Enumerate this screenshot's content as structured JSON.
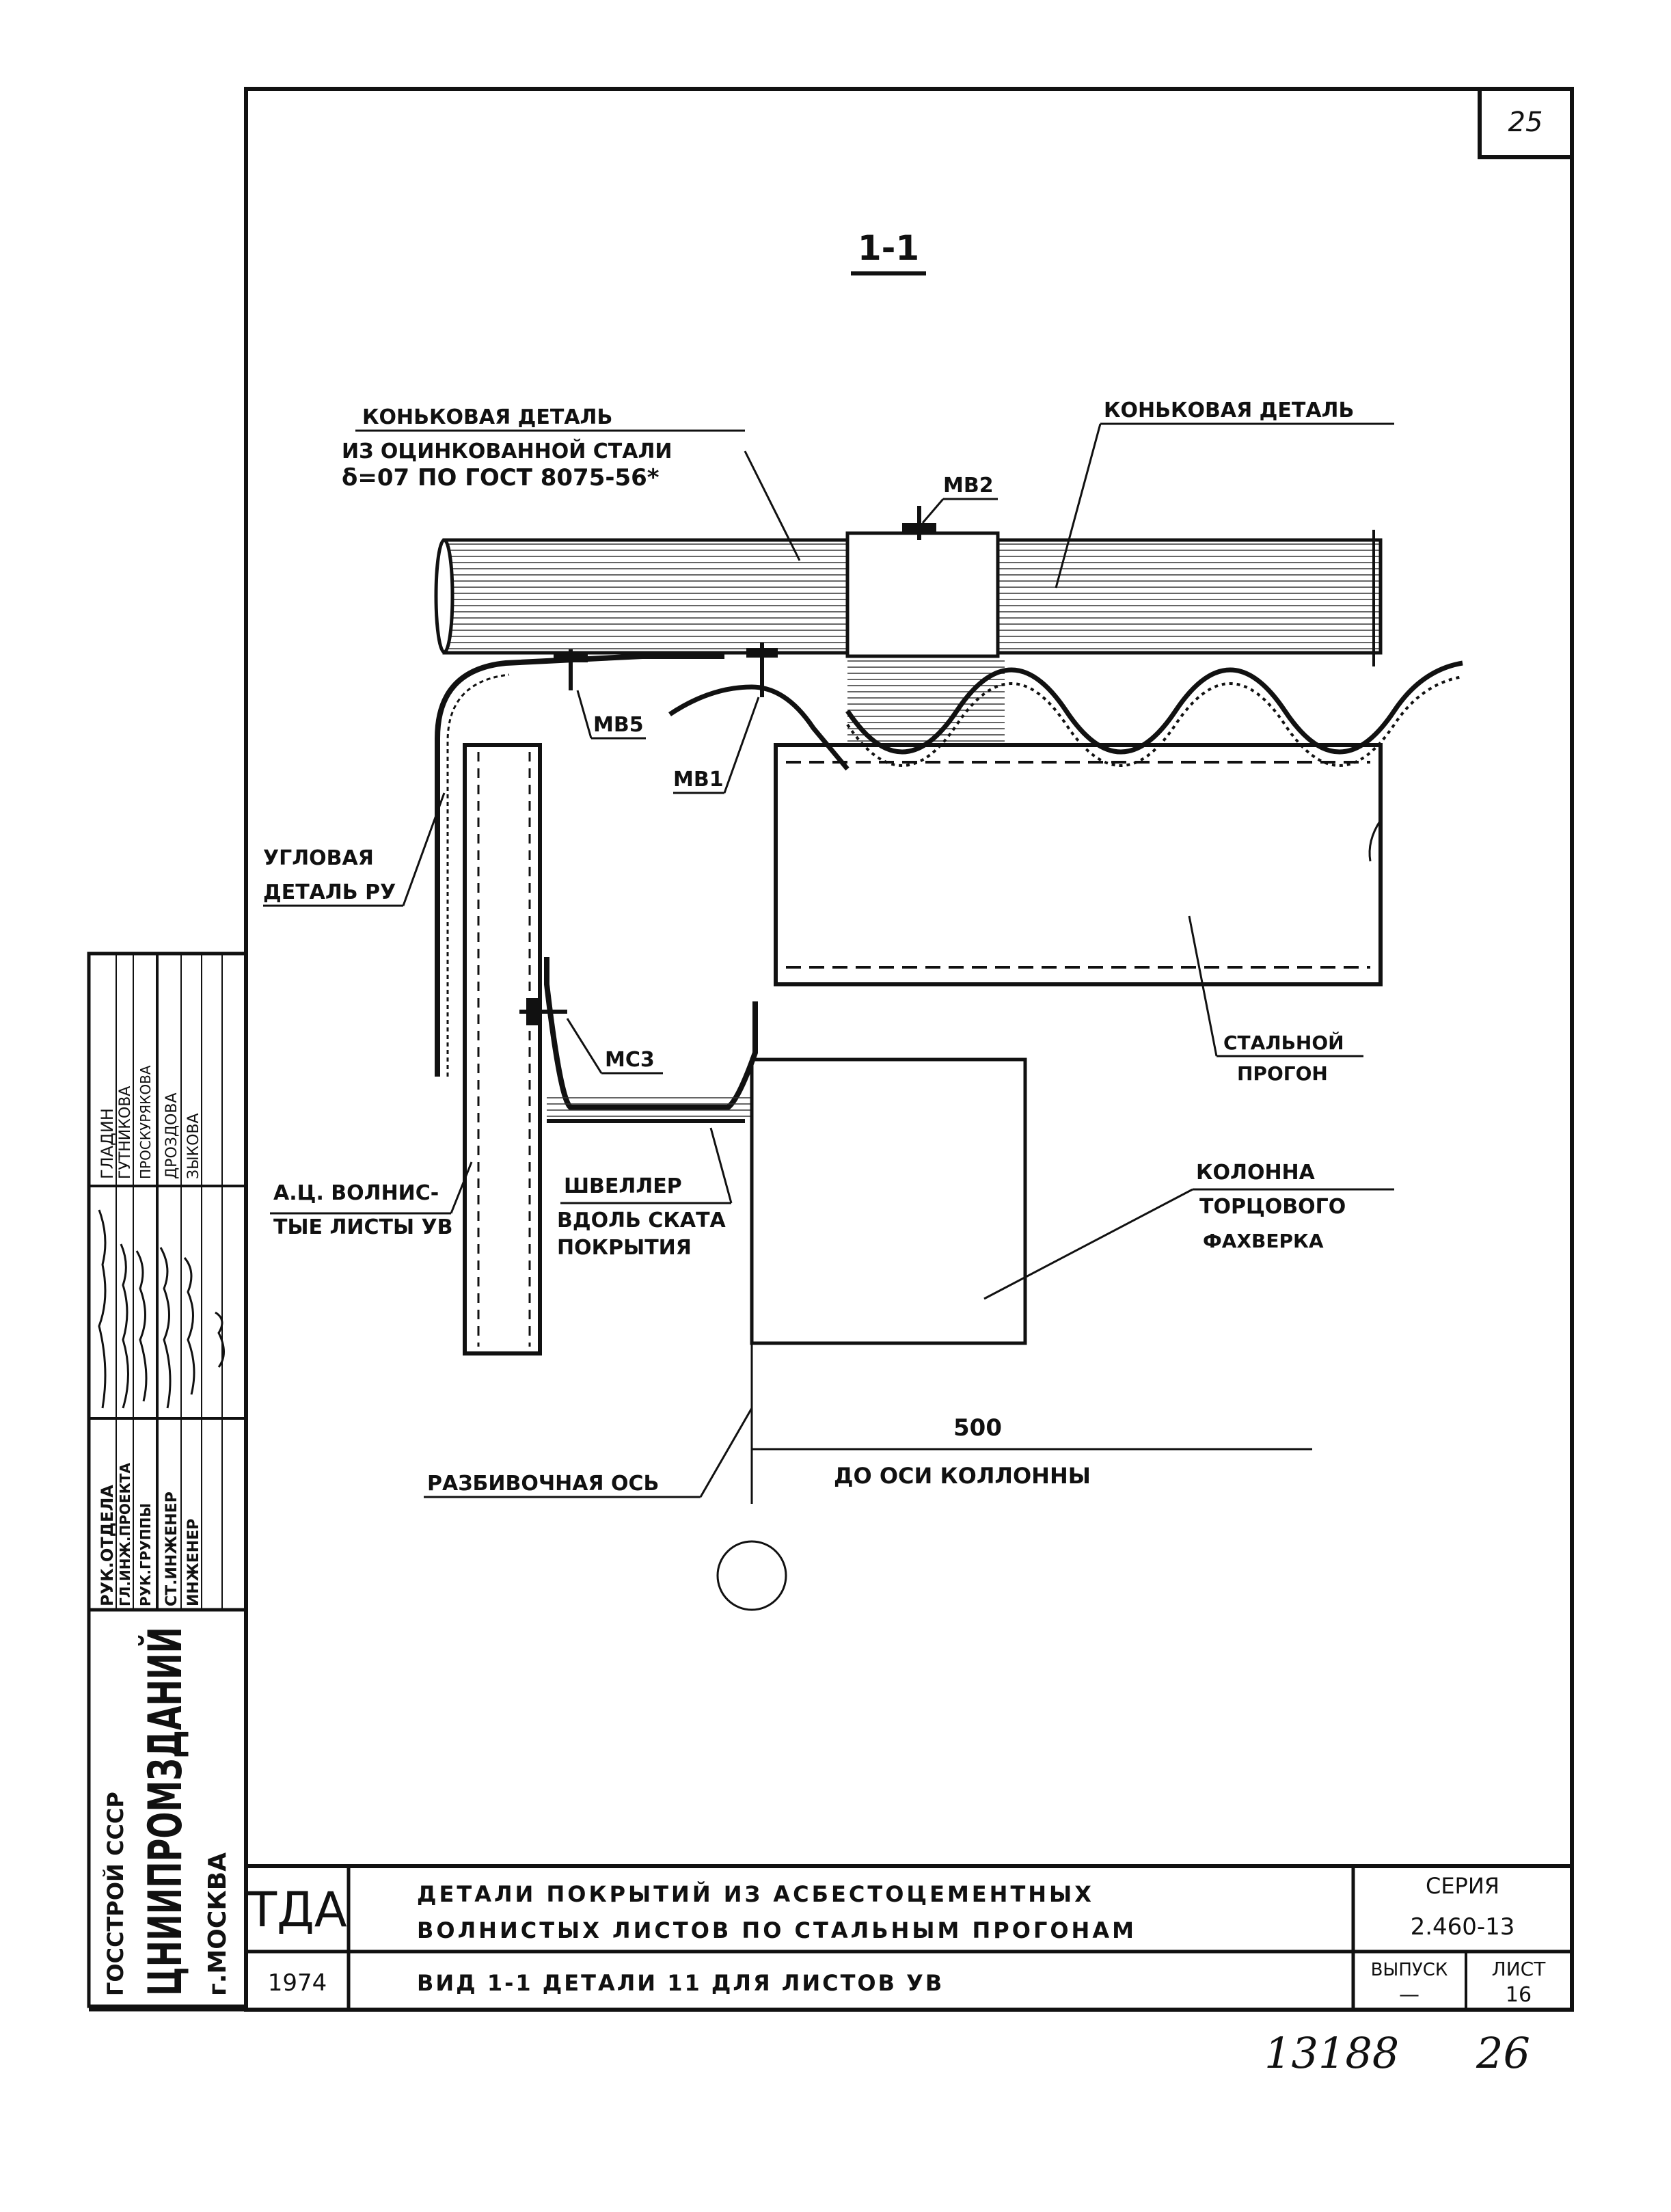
{
  "sheet_number": "25",
  "section_title": "1-1",
  "labels": {
    "ridge_left_1": "КОНЬКОВАЯ ДЕТАЛЬ",
    "ridge_left_2": "ИЗ ОЦИНКОВАННОЙ СТАЛИ",
    "ridge_left_3": "δ=07 ПО ГОСТ 8075-56*",
    "ridge_right": "КОНЬКОВАЯ ДЕТАЛЬ",
    "mb2": "МВ2",
    "mb5": "МВ5",
    "mb1": "МВ1",
    "corner_1": "УГЛОВАЯ",
    "corner_2": "ДЕТАЛЬ РУ",
    "mc3": "МС3",
    "steel_purlin_1": "СТАЛЬНОЙ",
    "steel_purlin_2": "ПРОГОН",
    "sheets_1": "А.Ц. ВОЛНИС-",
    "sheets_2": "ТЫЕ ЛИСТЫ УВ",
    "channel_1": "ШВЕЛЛЕР",
    "channel_2": "ВДОЛЬ СКАТА",
    "channel_3": "ПОКРЫТИЯ",
    "column_1": "КОЛОННА",
    "column_2": "ТОРЦОВОГО",
    "column_3": "ФАХВЕРКА",
    "dimension_value": "500",
    "dimension_note": "ДО ОСИ КОЛЛОННЫ",
    "axis_label": "РАЗБИВОЧНАЯ ОСЬ"
  },
  "side_stamp": {
    "org_1": "ГОССТРОЙ СССР",
    "org_2": "ЦНИИПРОМЗДАНИЙ",
    "org_3": "г.МОСКВА",
    "roles": [
      "РУК.ОТДЕЛА",
      "ГЛ.ИНЖ.ПРОЕКТА",
      "РУК.ГРУППЫ",
      "СТ.ИНЖЕНЕР",
      "ИНЖЕНЕР"
    ],
    "names": [
      "ГЛАДИН",
      "ГУТНИКОВА",
      "ПРОСКУРЯКОВА",
      "ДРОЗДОВА",
      "ЗЫКОВА"
    ]
  },
  "title_block": {
    "logo": "ТДА",
    "year": "1974",
    "title_line_1": "ДЕТАЛИ ПОКРЫТИЙ ИЗ АСБЕСТОЦЕМЕНТНЫХ",
    "title_line_2": "ВОЛНИСТЫХ ЛИСТОВ ПО СТАЛЬНЫМ ПРОГОНАМ",
    "subtitle": "ВИД 1-1 ДЕТАЛИ 11 ДЛЯ ЛИСТОВ УВ",
    "series_label": "СЕРИЯ",
    "series_value": "2.460-13",
    "issue_label": "ВЫПУСК",
    "issue_value": "—",
    "sheet_label": "ЛИСТ",
    "sheet_value": "16"
  },
  "footer_handwritten": {
    "number": "13188",
    "page": "26"
  }
}
